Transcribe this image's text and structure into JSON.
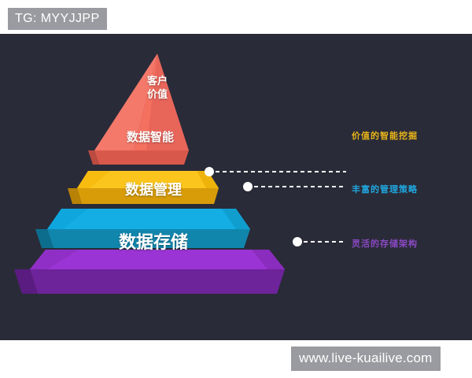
{
  "theme": {
    "background": "#ffffff",
    "canvas_bg": "#2a2b38",
    "badge_bg": "#9a9ba0",
    "connector_color": "#ffffff"
  },
  "badge": {
    "text": "TG: MYYJJPP"
  },
  "watermark": {
    "text": "www.live-kuailive.com"
  },
  "pyramid": {
    "tiers": [
      {
        "label": "客户\n价值",
        "label_line1": "客户",
        "label_line2": "价值",
        "color_top": "#f4705f",
        "color_left": "#f4796a",
        "color_right": "#d8594c",
        "level": 1
      },
      {
        "label": "数据智能",
        "color_top": "#fbc51d",
        "color_left": "#f8bb10",
        "color_right": "#d79c08",
        "level": 2
      },
      {
        "label": "数据管理",
        "color_top": "#14aee4",
        "color_left": "#0fa6dd",
        "color_right": "#1186ad",
        "level": 3
      },
      {
        "label": "数据存储",
        "color_top": "#9b34d4",
        "color_left": "#8f2fc6",
        "color_right": "#6d2399",
        "level": 4
      }
    ]
  },
  "annotations": [
    {
      "text": "价值的智能挖掘",
      "color": "#e8b419",
      "tier": "数据智能"
    },
    {
      "text": "丰富的管理策略",
      "color": "#1fa8e0",
      "tier": "数据管理"
    },
    {
      "text": "灵活的存储架构",
      "color": "#8a49c4",
      "tier": "数据存储"
    }
  ]
}
